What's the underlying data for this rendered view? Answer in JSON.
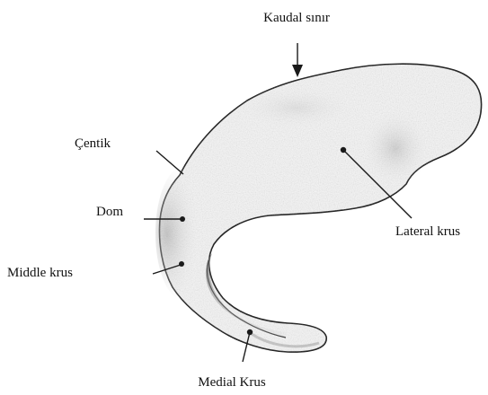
{
  "labels": {
    "kaudal_sinir": "Kaudal sınır",
    "centik": "Çentik",
    "dom": "Dom",
    "middle_krus": "Middle krus",
    "lateral_krus": "Lateral krus",
    "medial_krus": "Medial Krus"
  },
  "colors": {
    "outline": "#1a1a1a",
    "fill": "#f4f4f4",
    "shade": "#8a8a8a",
    "text": "#111111"
  }
}
